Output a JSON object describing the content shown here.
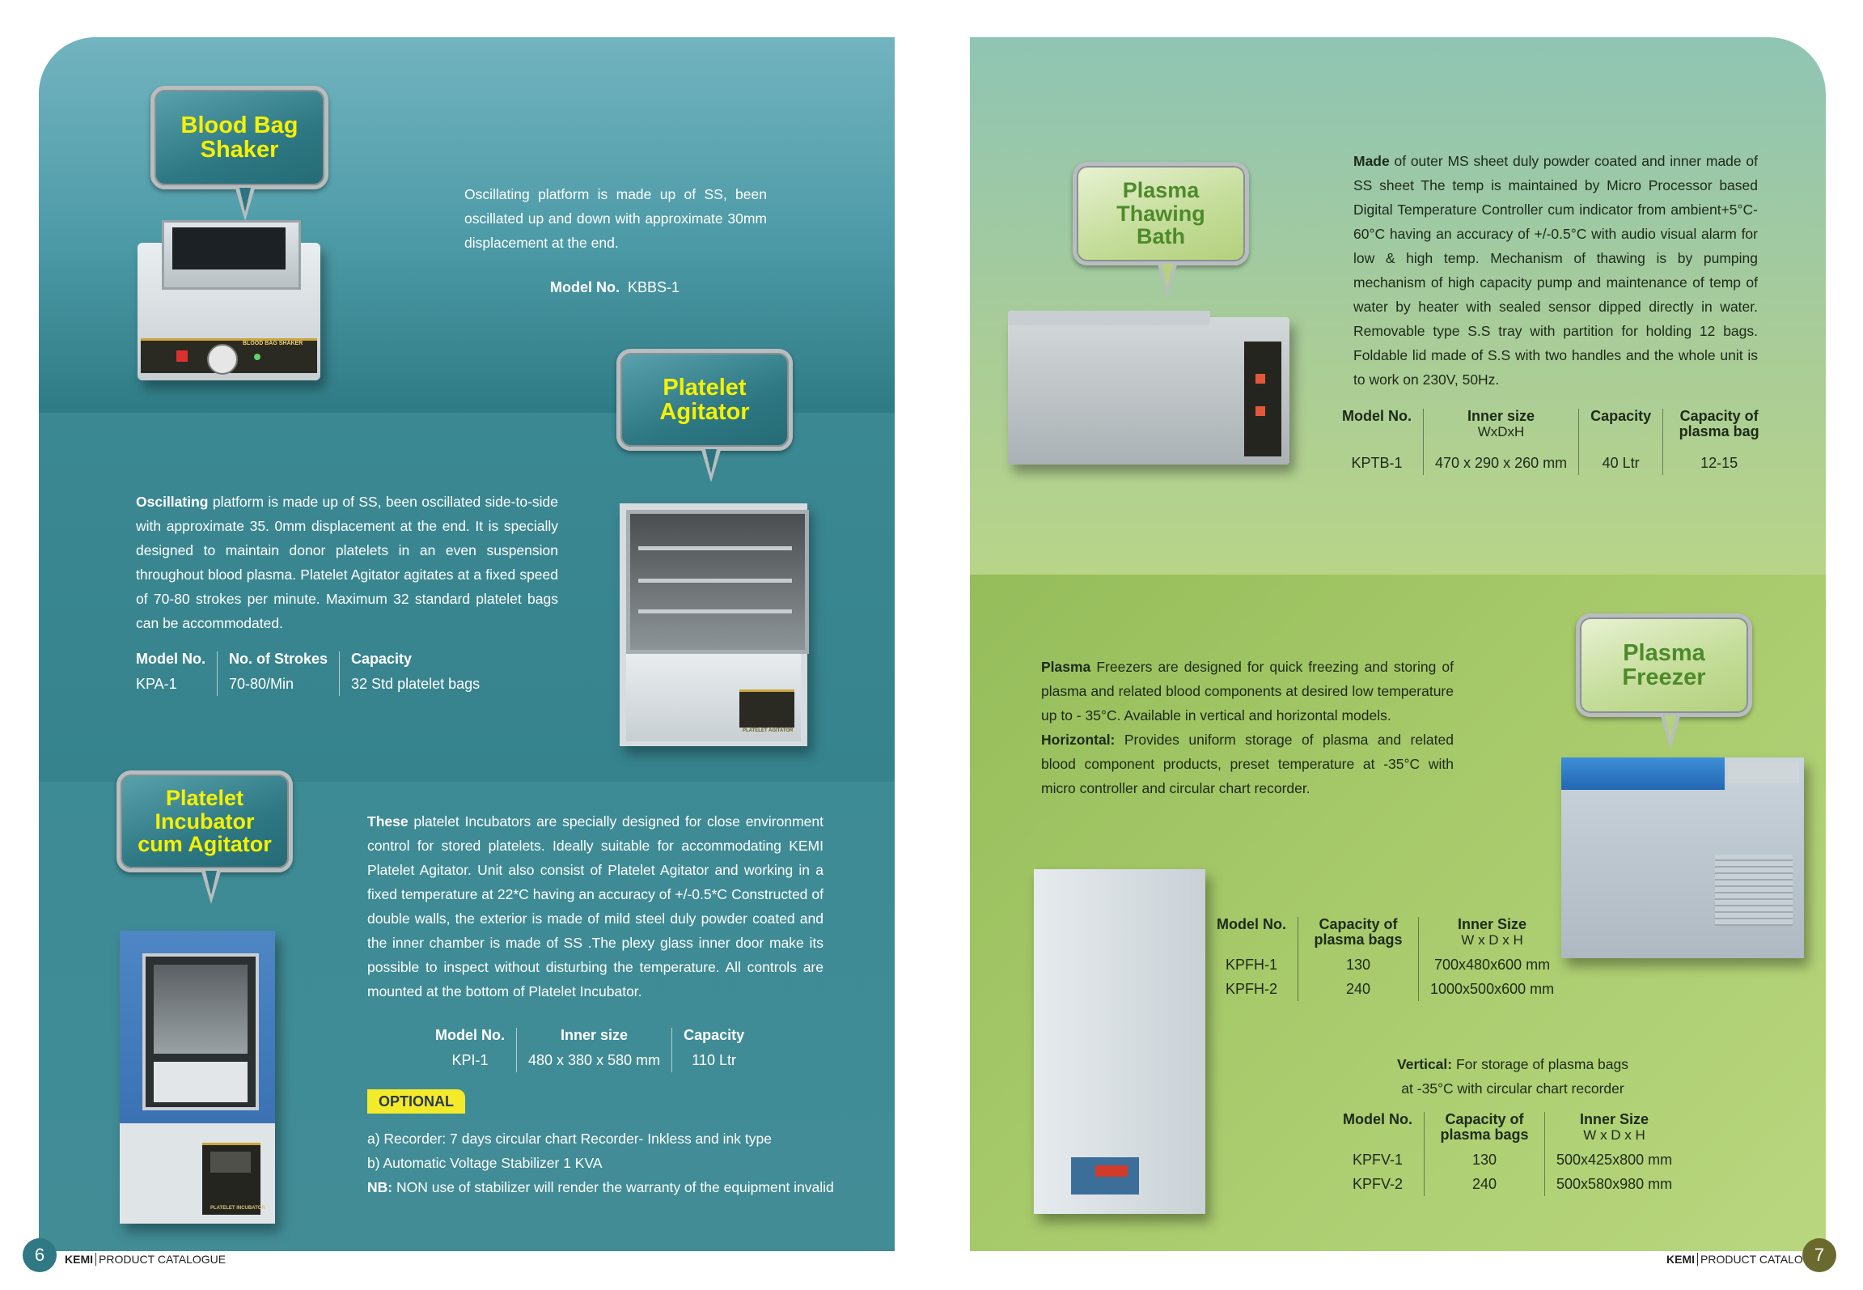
{
  "left_page": {
    "blood_bag_shaker": {
      "title_line1": "Blood Bag",
      "title_line2": "Shaker",
      "description": "Oscillating platform is made up of SS, been oscillated up and down with approximate 30mm displacement at the end.",
      "model_label": "Model No.",
      "model_value": "KBBS-1",
      "device_label": "BLOOD BAG SHAKER"
    },
    "platelet_agitator": {
      "title_line1": "Platelet",
      "title_line2": "Agitator",
      "lead": "Oscillating",
      "description": " platform is made up of SS, been oscillated side-to-side with approximate 35. 0mm displacement at the end. It is specially designed to maintain donor platelets in an even suspension throughout blood plasma. Platelet Agitator agitates at a fixed speed of 70-80 strokes per minute. Maximum 32 standard platelet bags can be accommodated.",
      "table_headers": [
        "Model No.",
        "No. of Strokes",
        "Capacity"
      ],
      "table_row": [
        "KPA-1",
        "70-80/Min",
        "32 Std platelet  bags"
      ],
      "device_label": "PLATELET AGITATOR"
    },
    "platelet_incubator": {
      "title_line1": "Platelet",
      "title_line2": "Incubator",
      "title_line3": "cum Agitator",
      "lead": "These",
      "description": " platelet Incubators are specially designed for close environment control for stored platelets. Ideally suitable for accommodating KEMI Platelet Agitator. Unit also consist of Platelet Agitator and working in a fixed temperature at 22*C  having an accuracy of +/-0.5*C Constructed of double walls, the exterior is made of mild steel duly powder coated and the inner chamber is made of SS .The plexy glass inner door make its possible to inspect without disturbing the temperature. All controls are mounted at the bottom of Platelet Incubator.",
      "table_headers": [
        "Model No.",
        "Inner size",
        "Capacity"
      ],
      "table_row": [
        "KPI-1",
        "480 x 380 x 580 mm",
        "110 Ltr"
      ],
      "optional_badge": "OPTIONAL",
      "optional_a": "a)  Recorder: 7 days circular chart Recorder- Inkless and ink type",
      "optional_b": "b)  Automatic Voltage Stabilizer 1 KVA",
      "nb_label": "NB:",
      "nb_text": " NON  use of stabilizer will render the warranty of the equipment invalid",
      "device_label": "PLATELET INCUBATOR"
    },
    "footer": {
      "page_number": "6",
      "brand": "KEMI",
      "catalogue": "PRODUCT CATALOGUE"
    }
  },
  "right_page": {
    "plasma_thawing_bath": {
      "title_line1": "Plasma",
      "title_line2": "Thawing",
      "title_line3": "Bath",
      "lead": "Made",
      "description": " of outer MS sheet duly powder coated and inner made of SS sheet The temp is maintained by Micro Processor based Digital Temperature Controller cum indicator from ambient+5°C-60°C having an accuracy of +/-0.5°C  with audio visual alarm for low & high temp. Mechanism of thawing is by pumping mechanism of high capacity pump and maintenance of temp of water by heater with sealed sensor dipped directly in water. Removable type S.S tray with partition for holding 12 bags. Foldable lid made of S.S with two handles and the whole unit is to work on 230V, 50Hz.",
      "table_headers": [
        "Model No.",
        "Inner size",
        "Capacity",
        "Capacity of plasma bag"
      ],
      "table_subheader": "WxDxH",
      "table_row": [
        "KPTB-1",
        "470 x 290 x 260 mm",
        "40 Ltr",
        "12-15"
      ]
    },
    "plasma_freezer": {
      "title_line1": "Plasma",
      "title_line2": "Freezer",
      "lead": "Plasma",
      "description": " Freezers are designed for quick freezing and storing of plasma and related blood components at desired low temperature up to - 35°C. Available in vertical and horizontal models.",
      "horizontal_label": "Horizontal:",
      "horizontal_text": " Provides uniform storage of plasma and related blood component products, preset temperature at -35°C with micro controller and circular chart recorder.",
      "h_table_headers": [
        "Model No.",
        "Capacity of plasma bags",
        "Inner Size"
      ],
      "h_table_subheader": "W x D x H",
      "h_table_rows": [
        [
          "KPFH-1",
          "130",
          "700x480x600 mm"
        ],
        [
          "KPFH-2",
          "240",
          "1000x500x600 mm"
        ]
      ],
      "vertical_label": "Vertical:",
      "vertical_text_1": " For storage of plasma bags",
      "vertical_text_2": "at -35°C with circular chart recorder",
      "v_table_headers": [
        "Model No.",
        "Capacity of plasma bags",
        "Inner Size"
      ],
      "v_table_subheader": "W x D x H",
      "v_table_rows": [
        [
          "KPFV-1",
          "130",
          "500x425x800 mm"
        ],
        [
          "KPFV-2",
          "240",
          "500x580x980 mm"
        ]
      ]
    },
    "footer": {
      "page_number": "7",
      "brand": "KEMI",
      "catalogue": "PRODUCT CATALOGUE"
    }
  },
  "colors": {
    "teal_panel": "#3d8b97",
    "green_panel": "#b3d07c",
    "bubble_teal_text": "#f6f100",
    "bubble_green_text": "#4e8a2c",
    "optional_badge_bg": "#f3ea2a"
  }
}
